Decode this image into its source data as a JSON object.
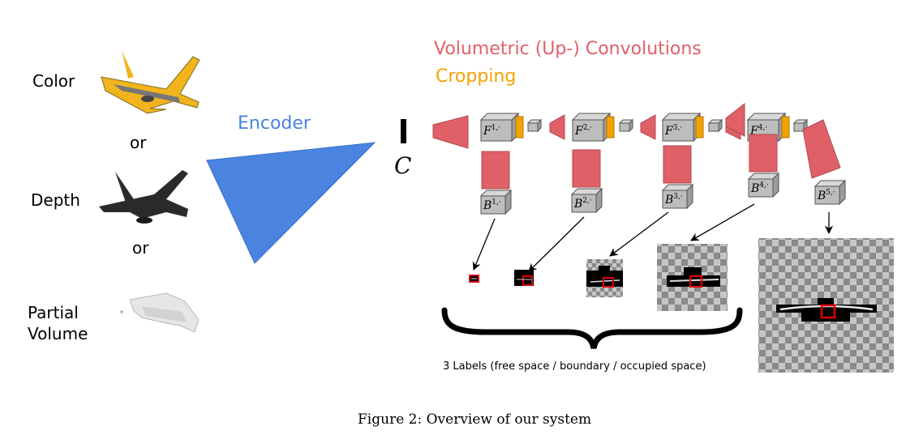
{
  "inputs": {
    "color": "Color",
    "or1": "or",
    "depth": "Depth",
    "or2": "or",
    "partial_line1": "Partial",
    "partial_line2": "Volume"
  },
  "encoder": {
    "label": "Encoder",
    "color": "#4a84e0"
  },
  "code": {
    "label": "C"
  },
  "legend": {
    "conv": "Volumetric (Up-) Convolutions",
    "conv_color": "#e06068",
    "crop": "Cropping",
    "crop_color": "#f3a200"
  },
  "features": [
    {
      "sym": "F",
      "sup": "1,·"
    },
    {
      "sym": "F",
      "sup": "2,·"
    },
    {
      "sym": "F",
      "sup": "3,·"
    },
    {
      "sym": "F",
      "sup": "4,·"
    }
  ],
  "boundaries": [
    {
      "sym": "B",
      "sup": "1,·"
    },
    {
      "sym": "B",
      "sup": "2,·"
    },
    {
      "sym": "B",
      "sup": "3,·"
    },
    {
      "sym": "B",
      "sup": "4,·"
    },
    {
      "sym": "B",
      "sup": "5,·"
    }
  ],
  "brace_note": "3 Labels (free space / boundary / occupied space)",
  "caption": "Figure 2: Overview of our system"
}
